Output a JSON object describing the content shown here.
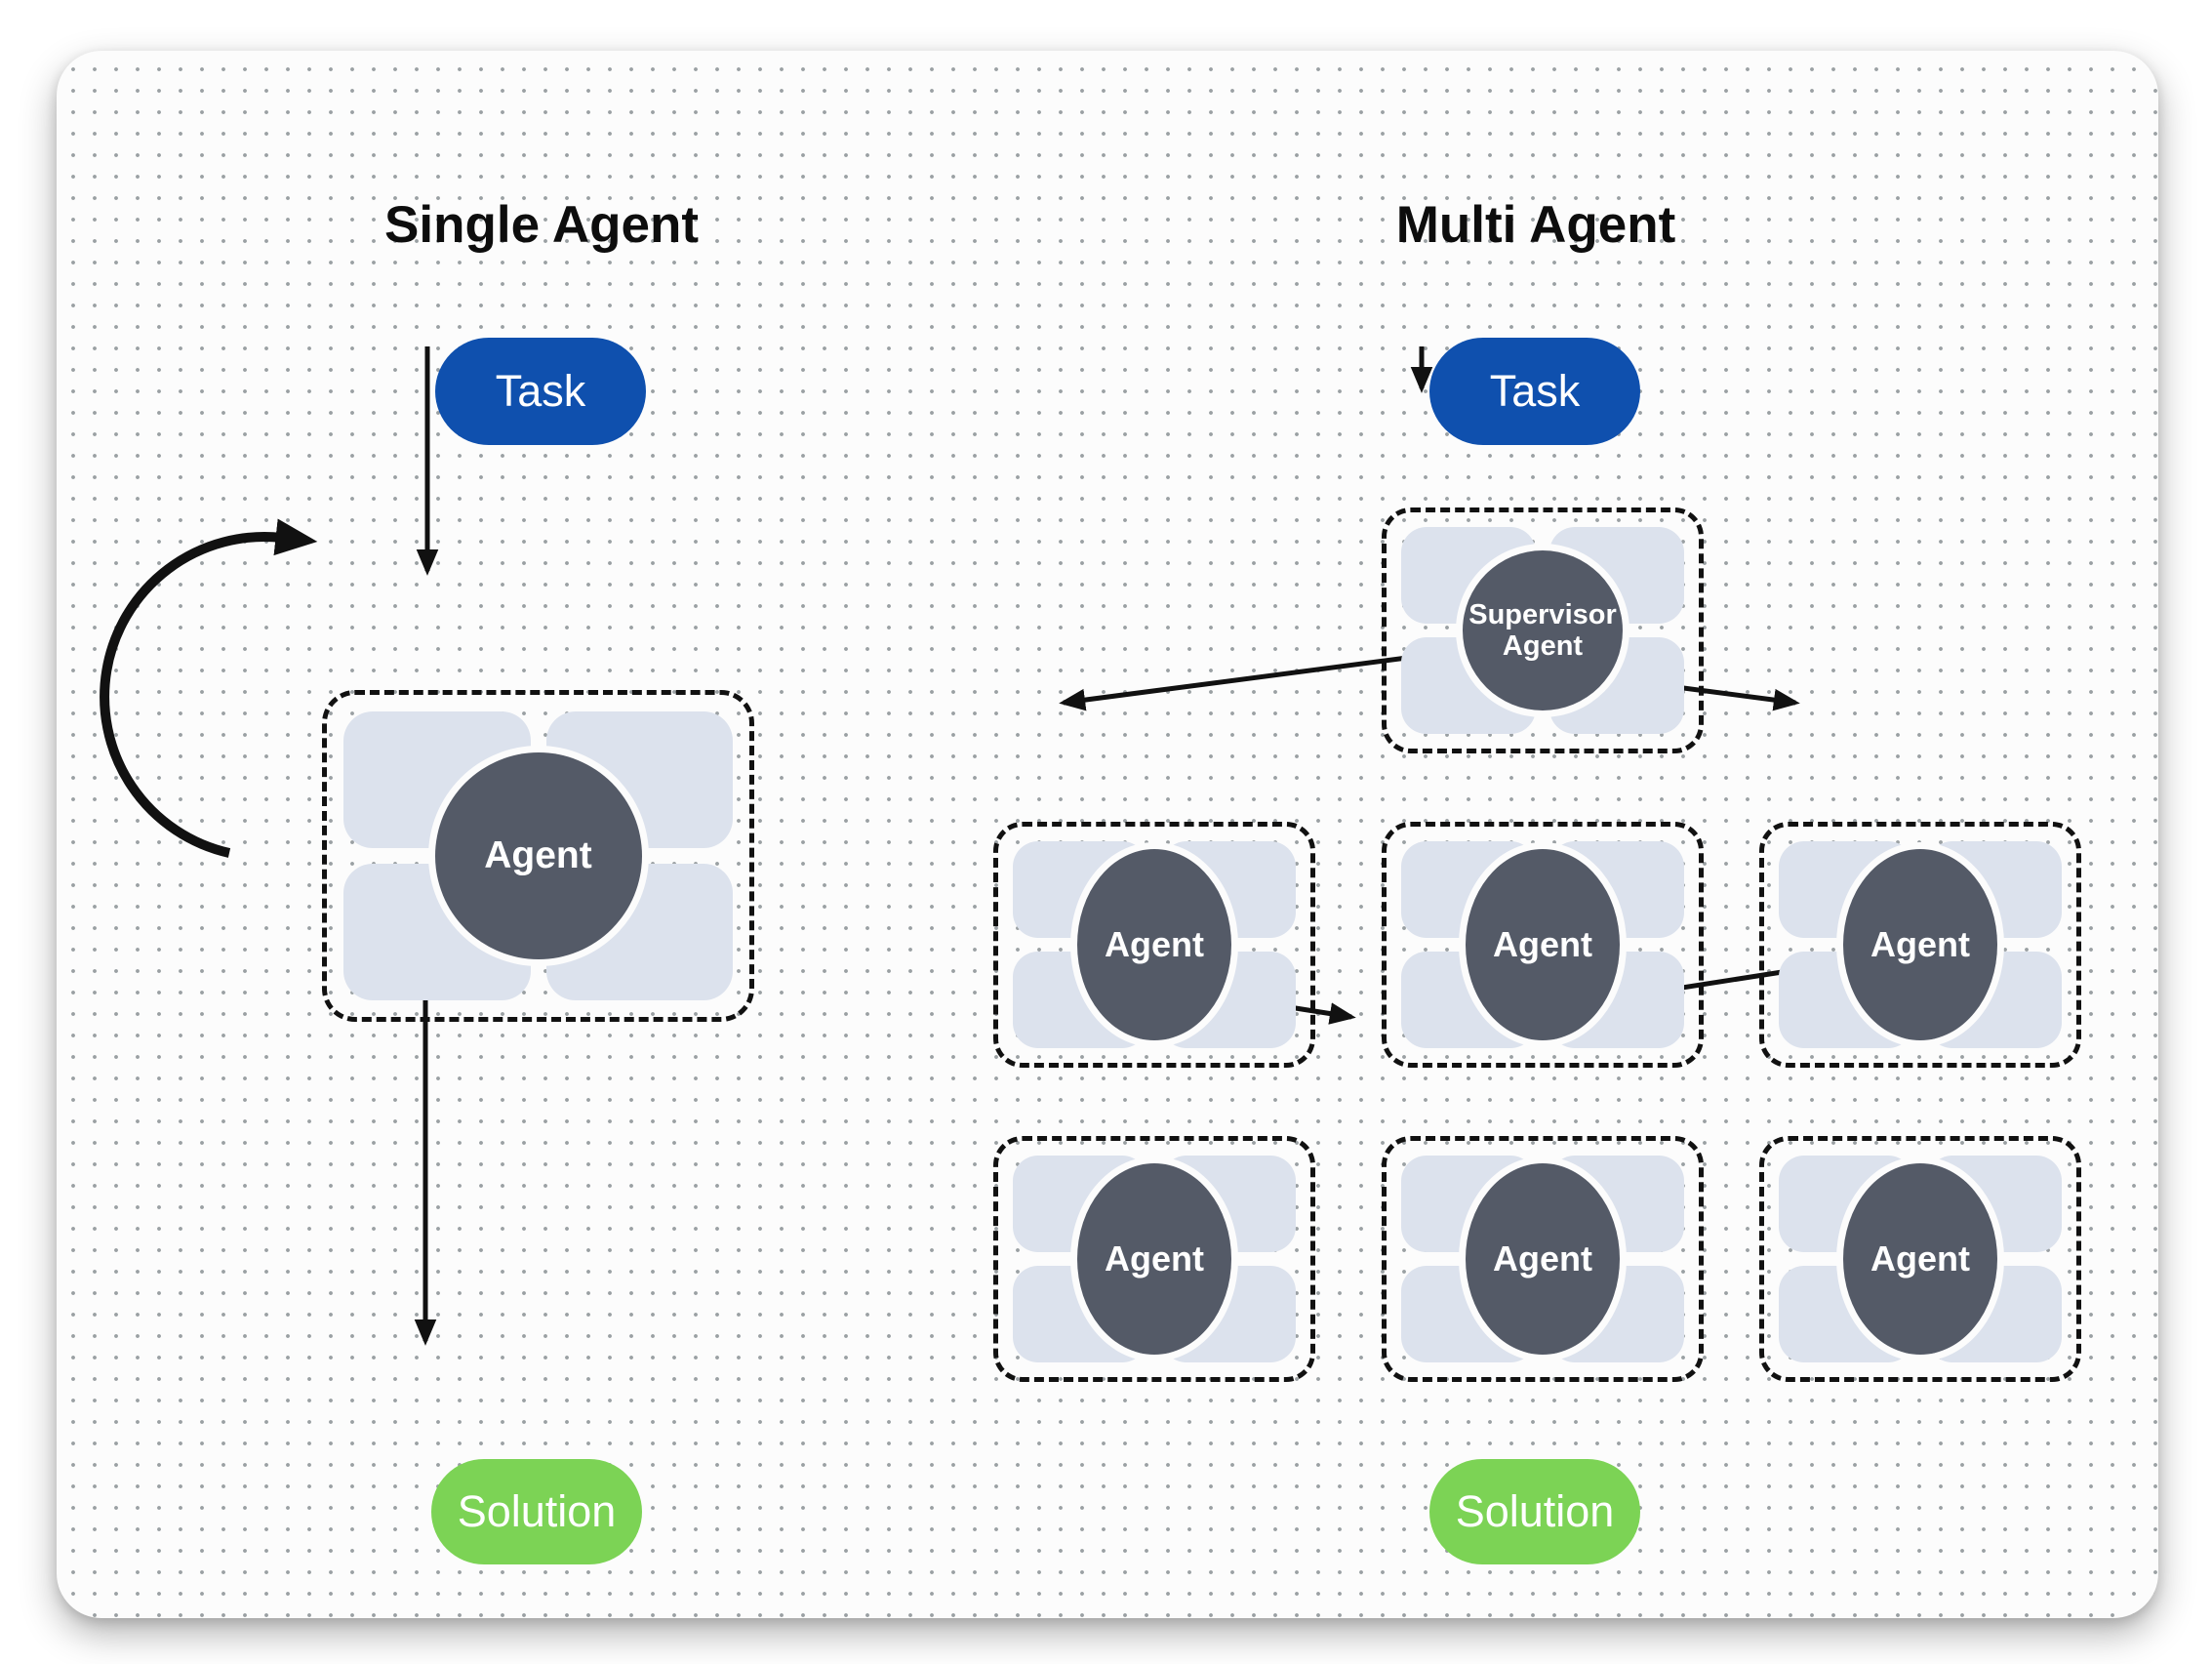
{
  "titles": {
    "single": "Single Agent",
    "multi": "Multi Agent"
  },
  "labels": {
    "task": "Task",
    "solution": "Solution",
    "agent": "Agent",
    "supervisor_line1": "Supervisor",
    "supervisor_line2": "Agent"
  },
  "colors": {
    "task-pill": "#0f50ae",
    "solution-pill": "#7cd355",
    "agent-node": "#545a67",
    "chip": "#dce2ed",
    "line": "#111111",
    "card-bg": "#fcfcfc",
    "dot": "#9aa0a3",
    "title-ink": "#0d0d0d"
  }
}
